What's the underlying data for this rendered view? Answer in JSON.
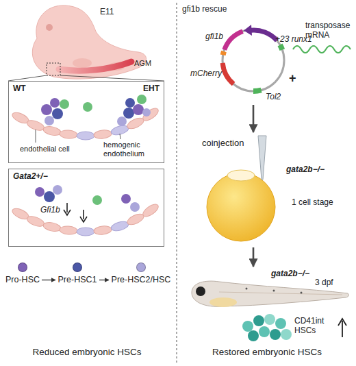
{
  "diagram": {
    "nodes": [
      {
        "text": [
          "WT",
          "EHT",
          "endothelial cell",
          "hemogenic endothelium"
        ]
      },
      {
        "text": [
          "Gata2+/−",
          "Gfi1b"
        ]
      },
      {
        "text": [
          "Pro-HSC"
        ]
      },
      {
        "text": [
          "Pre-HSC1"
        ]
      },
      {
        "text": [
          "Pre-HSC2/HSC"
        ]
      },
      {
        "text": [
          "gfi1b",
          "+23 runx1",
          "mCherry",
          "Tol2"
        ]
      },
      {
        "text": [
          "gata2b−/−",
          "1 cell stage"
        ]
      },
      {
        "text": [
          "gata2b−/−",
          "3 dpf"
        ]
      }
    ],
    "edges": [
      {
        "from": 2,
        "to": 3,
        "arrow": "to"
      },
      {
        "from": 3,
        "to": 4,
        "arrow": "to"
      },
      {
        "from": 5,
        "to": 6,
        "label": "coinjection",
        "arrow": "to"
      },
      {
        "from": 6,
        "to": 7,
        "arrow": "to"
      }
    ],
    "labels": [
      "E11",
      "AGM",
      "gfi1b rescue",
      "+",
      "transposase mRNA",
      "CD41int HSCs",
      "Reduced embryonic HSCs",
      "Restored embryonic HSCs"
    ]
  }
}
